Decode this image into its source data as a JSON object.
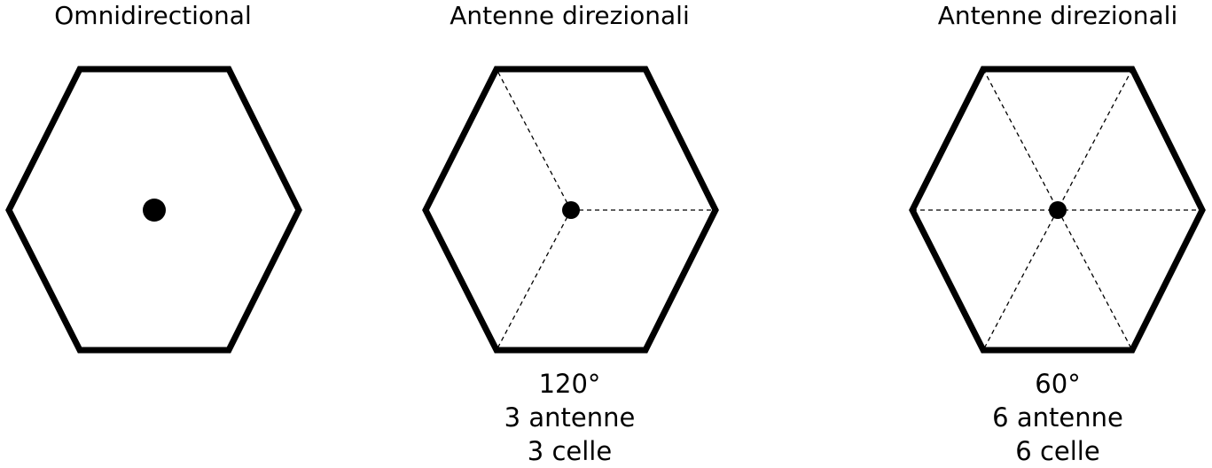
{
  "panels": [
    {
      "title": "Omnidirectional",
      "sectors": 0,
      "caption": {
        "angle": "",
        "antennas": "",
        "cells": ""
      }
    },
    {
      "title": "Antenne direzionali",
      "sectors": 3,
      "caption": {
        "angle": "120°",
        "antennas": "3 antenne",
        "cells": "3 celle"
      }
    },
    {
      "title": "Antenne direzionali",
      "sectors": 6,
      "caption": {
        "angle": "60°",
        "antennas": "6 antenne",
        "cells": "6 celle"
      }
    }
  ]
}
